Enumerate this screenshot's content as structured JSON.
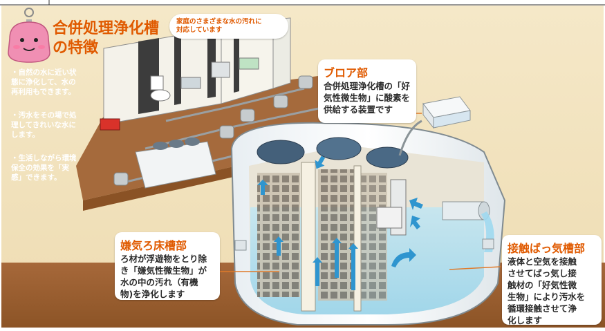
{
  "title": {
    "line1": "合併処理浄化槽",
    "line2": "の特徴"
  },
  "intro_bubble": {
    "line1": "家庭のさまざまな水の汚れに",
    "line2": "対応しています"
  },
  "features": [
    {
      "lines": [
        "・自然の水に近い状",
        "態に浄化して、水の",
        "再利用もできます。"
      ]
    },
    {
      "lines": [
        "・汚水をその場で処",
        "理してきれいな水に",
        "します。"
      ]
    },
    {
      "lines": [
        "・生活しながら環境",
        "保全の効果を「実",
        "感」できます。"
      ]
    }
  ],
  "blower": {
    "title": "ブロア部",
    "lines": [
      "合併処理浄化槽の「好",
      "気性微生物」に酸素を",
      "供給する装置です"
    ]
  },
  "anaerobic": {
    "title": "嫌気ろ床槽部",
    "lines": [
      "ろ材が浮遊物をとり除",
      "き「嫌気性微生物」が",
      "水の中の汚れ（有機",
      "物)を浄化します"
    ]
  },
  "aeration": {
    "title": "接触ばっ気槽部",
    "lines": [
      "液体と空気を接触",
      "させてばっ気し接",
      "触材の「好気性微",
      "生物」により汚水を",
      "循環接触させて浄",
      "化します"
    ]
  },
  "colors": {
    "background": "#f0e2bf",
    "soil": "#9a6030",
    "title": "#e05a00",
    "pipe": "#b7bdbf",
    "water": "#8fd3ef"
  }
}
